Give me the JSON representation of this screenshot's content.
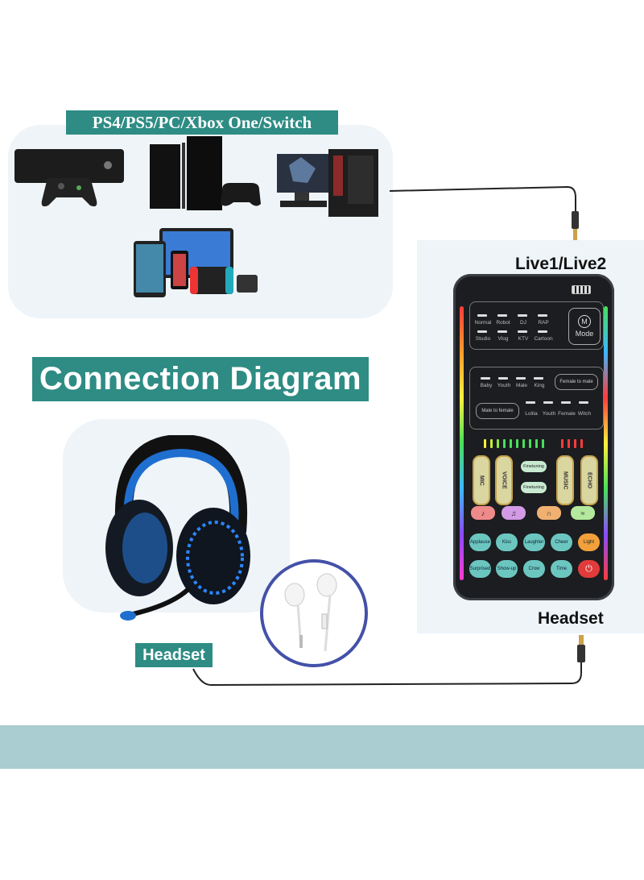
{
  "labels": {
    "devices": "PS4/PS5/PC/Xbox One/Switch",
    "title": "Connection Diagram",
    "live": "Live1/Live2",
    "headset_right": "Headset",
    "headset_left": "Headset"
  },
  "mixer": {
    "battery_icon": "battery-icon",
    "effects_row1": [
      "Normal",
      "Robot",
      "DJ",
      "RAP"
    ],
    "effects_row2": [
      "Studio",
      "Vlog",
      "KTV",
      "Cartoon"
    ],
    "mode_symbol": "M",
    "mode_label": "Mode",
    "voice_row1": [
      "Baby",
      "Youth",
      "Male",
      "King"
    ],
    "female_to_male": "Female to male",
    "male_to_female": "Male to female",
    "voice_row2": [
      "Lolita",
      "Youth",
      "Female",
      "Witch"
    ],
    "sliders": [
      "MIC",
      "VOICE",
      "MUSIC",
      "ECHO"
    ],
    "finetuning": "Finetuning",
    "pads_row1": [
      "Applause",
      "Kiss",
      "Laughter",
      "Cheer",
      "Light"
    ],
    "pads_row2": [
      "Surprised",
      "Show-up",
      "Crow",
      "Time"
    ],
    "colors": {
      "teal": "#2e8c84",
      "band": "#a9cdd1"
    }
  }
}
